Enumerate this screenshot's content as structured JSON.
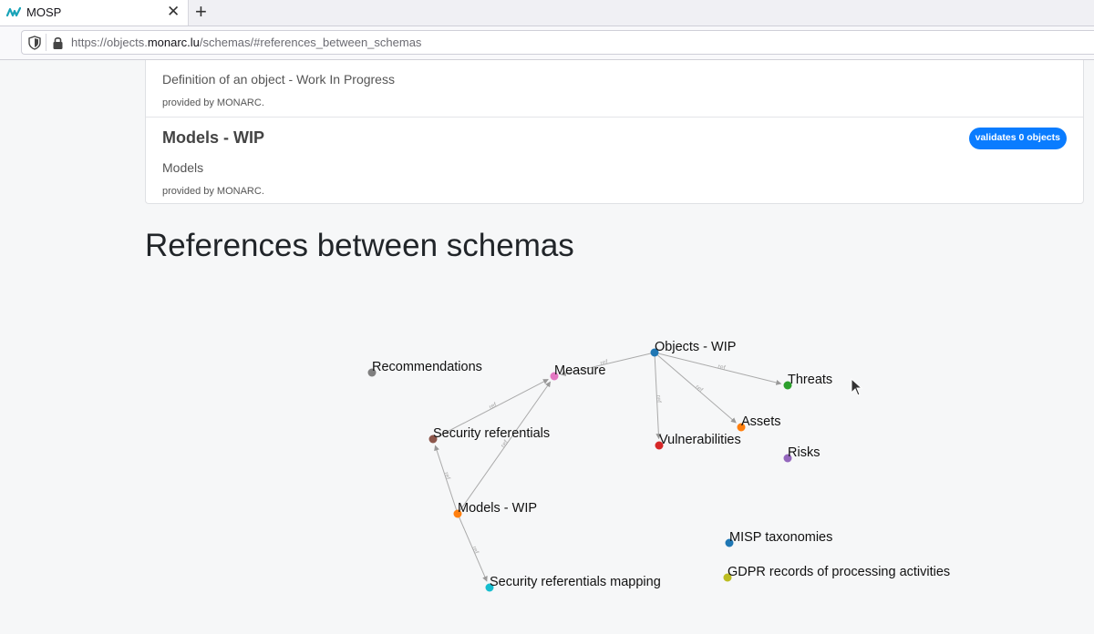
{
  "browser": {
    "tab_title": "MOSP",
    "tab_close": "✕",
    "new_tab": "+",
    "url_prefix": "https://objects.",
    "url_domain": "monarc.lu",
    "url_path": "/schemas/#references_between_schemas"
  },
  "schemas": [
    {
      "title": "",
      "description": "Definition of an object - Work In Progress",
      "provider": "provided by MONARC.",
      "badge": ""
    },
    {
      "title": "Models - WIP",
      "description": "Models",
      "provider": "provided by MONARC.",
      "badge": "validates 0 objects"
    }
  ],
  "section_title": "References between schemas",
  "graph": {
    "edge_label": "ref",
    "nodes": [
      {
        "id": "objects",
        "label": "Objects - WIP",
        "color": "#1f77b4"
      },
      {
        "id": "threats",
        "label": "Threats",
        "color": "#2ca02c"
      },
      {
        "id": "assets",
        "label": "Assets",
        "color": "#ff7f0e"
      },
      {
        "id": "vulnerabilities",
        "label": "Vulnerabilities",
        "color": "#d62728"
      },
      {
        "id": "risks",
        "label": "Risks",
        "color": "#9467bd"
      },
      {
        "id": "measure",
        "label": "Measure",
        "color": "#e377c2"
      },
      {
        "id": "recommendations",
        "label": "Recommendations",
        "color": "#7f7f7f"
      },
      {
        "id": "security_referentials",
        "label": "Security referentials",
        "color": "#8c564b"
      },
      {
        "id": "models",
        "label": "Models - WIP",
        "color": "#ff7f0e"
      },
      {
        "id": "security_referentials_mapping",
        "label": "Security referentials mapping",
        "color": "#17becf"
      },
      {
        "id": "misp_taxonomies",
        "label": "MISP taxonomies",
        "color": "#1f77b4"
      },
      {
        "id": "gdpr",
        "label": "GDPR records of processing activities",
        "color": "#bcbd22"
      }
    ],
    "edges": [
      {
        "from": "objects",
        "to": "measure"
      },
      {
        "from": "objects",
        "to": "threats"
      },
      {
        "from": "objects",
        "to": "assets"
      },
      {
        "from": "objects",
        "to": "vulnerabilities"
      },
      {
        "from": "security_referentials",
        "to": "measure"
      },
      {
        "from": "models",
        "to": "measure"
      },
      {
        "from": "models",
        "to": "security_referentials"
      },
      {
        "from": "models",
        "to": "security_referentials_mapping"
      }
    ]
  }
}
